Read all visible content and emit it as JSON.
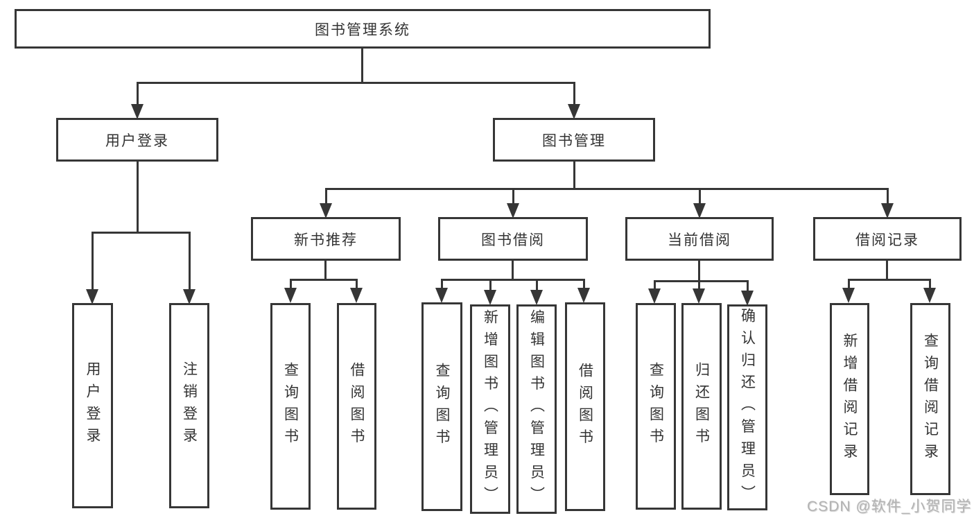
{
  "colors": {
    "line": "#363636",
    "text": "#333333",
    "background": "#ffffff",
    "watermark": "#b3b3b3"
  },
  "watermark": {
    "text": "CSDN @软件_小贺同学"
  },
  "diagram": {
    "root": {
      "label": "图书管理系统"
    },
    "level2": [
      {
        "label": "用户登录",
        "children": [
          {
            "label": "用户登录"
          },
          {
            "label": "注销登录"
          }
        ]
      },
      {
        "label": "图书管理",
        "children": [
          {
            "label": "新书推荐",
            "children": [
              {
                "label": "查询图书"
              },
              {
                "label": "借阅图书"
              }
            ]
          },
          {
            "label": "图书借阅",
            "children": [
              {
                "label": "查询图书"
              },
              {
                "label": "新增图书（管理员）"
              },
              {
                "label": "编辑图书（管理员）"
              },
              {
                "label": "借阅图书"
              }
            ]
          },
          {
            "label": "当前借阅",
            "children": [
              {
                "label": "查询图书"
              },
              {
                "label": "归还图书"
              },
              {
                "label": "确认归还（管理员）"
              }
            ]
          },
          {
            "label": "借阅记录",
            "children": [
              {
                "label": "新增借阅记录"
              },
              {
                "label": "查询借阅记录"
              }
            ]
          }
        ]
      }
    ]
  }
}
